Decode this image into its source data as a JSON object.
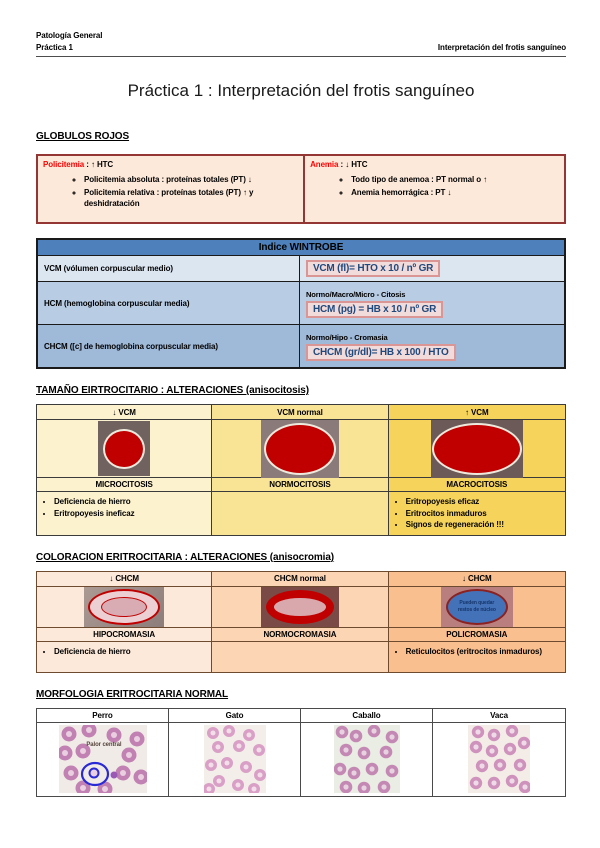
{
  "doc": {
    "header": {
      "course": "Patología General",
      "practice": "Práctica 1",
      "right": "Interpretación del frotis sanguíneo"
    },
    "title": "Práctica 1 : Interpretación del frotis sanguíneo"
  },
  "globulos": {
    "heading": "GLOBULOS ROJOS"
  },
  "poli_anemia": {
    "left": {
      "term": "Policitemia",
      "rest": " : ↑ HTC",
      "bullets": [
        "Policitemia absoluta : proteínas totales (PT) ↓",
        "Policitemia relativa : proteínas totales (PT) ↑ y deshidratación"
      ]
    },
    "right": {
      "term": "Anemia",
      "rest": " : ↓ HTC",
      "bullets": [
        "Todo tipo de anemoa : PT normal o ↑",
        "Anemia hemorrágica : PT ↓"
      ]
    }
  },
  "wintrobe": {
    "title": "Indice WINTROBE",
    "rows": [
      {
        "label": "VCM (vólumen corpuscular medio)",
        "note": "",
        "formula": "VCM (fl)= HTO x 10 / nº GR"
      },
      {
        "label": "HCM (hemoglobina corpuscular media)",
        "note": "Normo/Macro/Micro - Citosis",
        "formula": "HCM (pg) = HB x 10 / nº GR"
      },
      {
        "label": "CHCM ([c] de hemoglobina corpuscular media)",
        "note": "Normo/Hipo - Cromasia",
        "formula": "CHCM (gr/dl)= HB x 100 / HTO"
      }
    ]
  },
  "tamano": {
    "heading": "TAMAÑO EIRTROCITARIO : ALTERACIONES (anisocitosis)",
    "columns": [
      {
        "header": "↓ VCM",
        "label": "MICROCITOSIS",
        "bullets": [
          "Deficiencia de hierro",
          "Eritropoyesis ineficaz"
        ]
      },
      {
        "header": "VCM normal",
        "label": "NORMOCITOSIS",
        "bullets": []
      },
      {
        "header": "↑ VCM",
        "label": "MACROCITOSIS",
        "bullets": [
          "Eritropoyesis eficaz",
          "Eritrocitos inmaduros",
          "Signos de regeneración !!!"
        ]
      }
    ]
  },
  "coloracion": {
    "heading": "COLORACION ERITROCITARIA : ALTERACIONES (anisocromia)",
    "columns": [
      {
        "header": "↓ CHCM",
        "label": "HIPOCROMASIA",
        "bullets": [
          "Deficiencia de hierro"
        ]
      },
      {
        "header": "CHCM normal",
        "label": "NORMOCROMASIA",
        "bullets": []
      },
      {
        "header": "↓ CHCM",
        "label": "POLICROMASIA",
        "note_in_image": "Pueden quedar restos de núcleo",
        "bullets": [
          "Reticulocitos (eritrocitos inmaduros)"
        ]
      }
    ]
  },
  "morfologia": {
    "heading": "MORFOLOGIA ERITROCITARIA NORMAL",
    "columns": [
      {
        "header": "Perro",
        "annotation": "Palor central"
      },
      {
        "header": "Gato"
      },
      {
        "header": "Caballo"
      },
      {
        "header": "Vaca"
      }
    ]
  },
  "colors": {
    "accent_red": "#FF0000",
    "pink_table_bg": "#FDE9D9",
    "pink_table_border": "#943634",
    "wintrobe_header_bg": "#4E80BC",
    "wintrobe_row1_bg": "#DCE6F1",
    "wintrobe_row2_bg": "#B8CCE4",
    "wintrobe_row3_bg": "#9FB9D9",
    "formula_bg": "#F2DBDB",
    "formula_border": "#D99694",
    "formula_text": "#1F497D",
    "yellow_col1": "#FCF2CE",
    "yellow_col2": "#F9E395",
    "yellow_col3": "#F6D45C",
    "orange_col1": "#FDE9D9",
    "orange_col2": "#FCD5B4",
    "orange_col3": "#FABF8F",
    "rbc_red": "#C00000",
    "polychromasia_blue": "#4472B8"
  }
}
